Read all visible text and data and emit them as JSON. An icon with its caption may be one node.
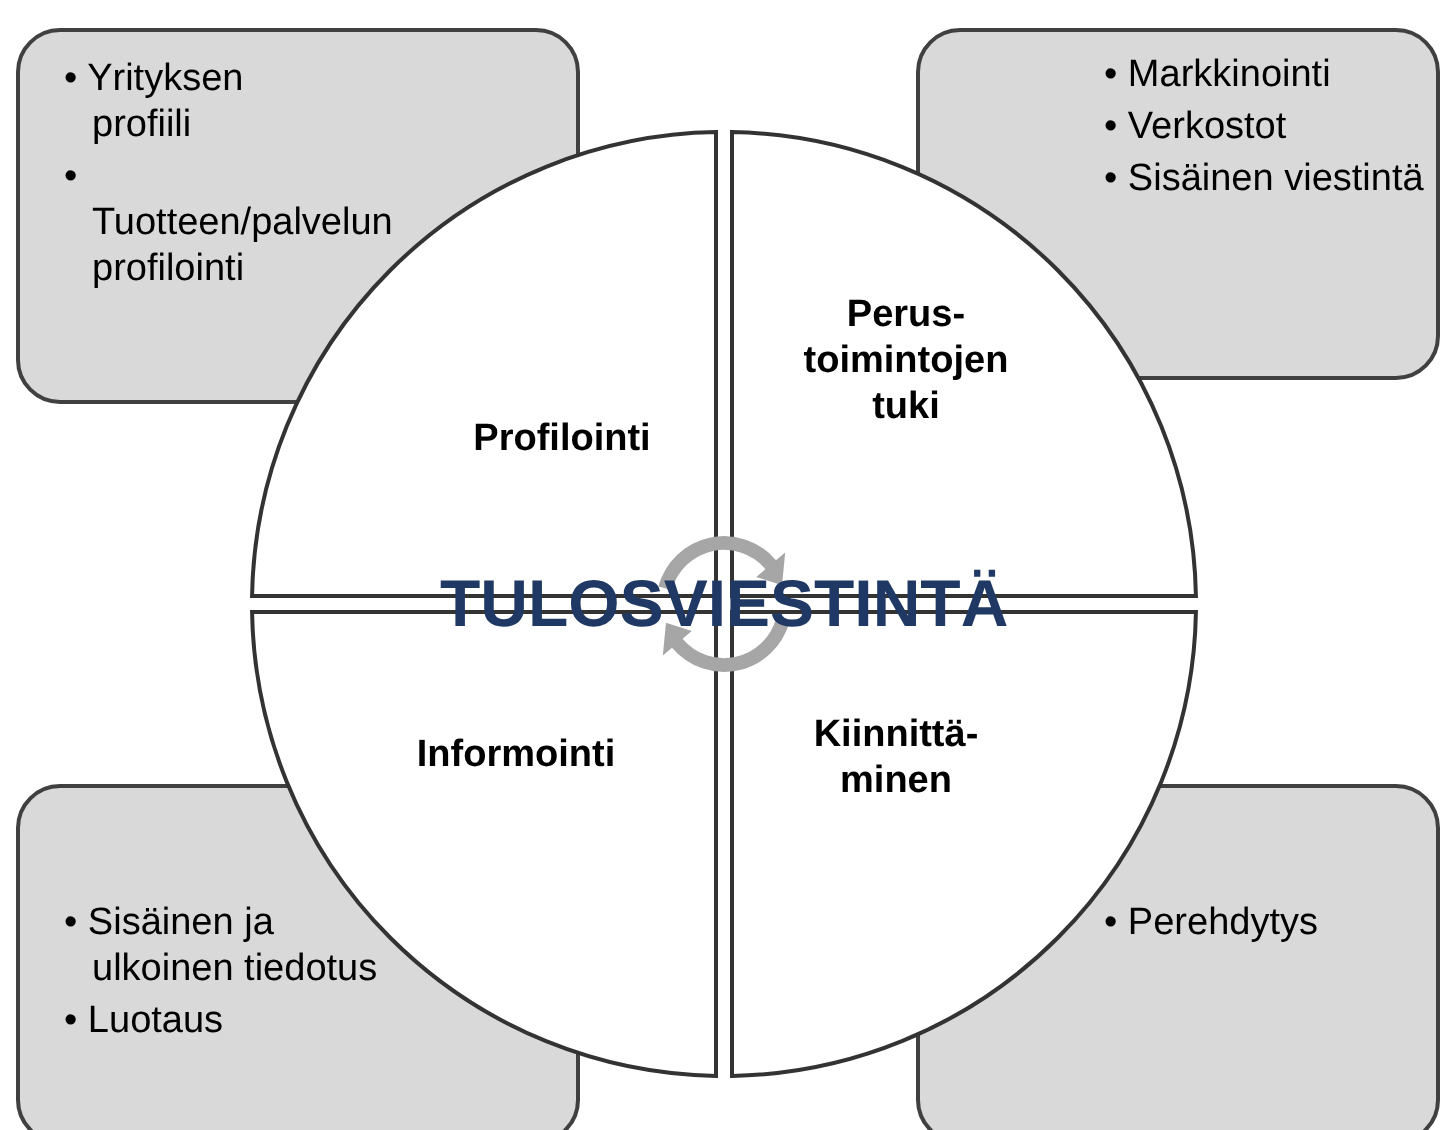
{
  "diagram": {
    "nodes": [
      {
        "text": [
          "• Yrityksen profiili",
          "• Tuotteen/palvelun profilointi"
        ]
      },
      {
        "text": [
          "• Markkinointi",
          "• Verkostot",
          "• Sisäinen viestintä"
        ]
      },
      {
        "text": [
          "• Sisäinen ja ulkoinen tiedotus",
          "• Luotaus"
        ]
      },
      {
        "text": [
          "• Perehdytys"
        ]
      },
      {
        "text": [
          "Profilointi"
        ]
      },
      {
        "text": [
          "Perus-toimintojen tuki"
        ]
      },
      {
        "text": [
          "Informointi"
        ]
      },
      {
        "text": [
          "Kiinnittä-minen"
        ]
      }
    ],
    "edges": [],
    "labels": [
      "TULOSVIESTINTÄ"
    ]
  }
}
